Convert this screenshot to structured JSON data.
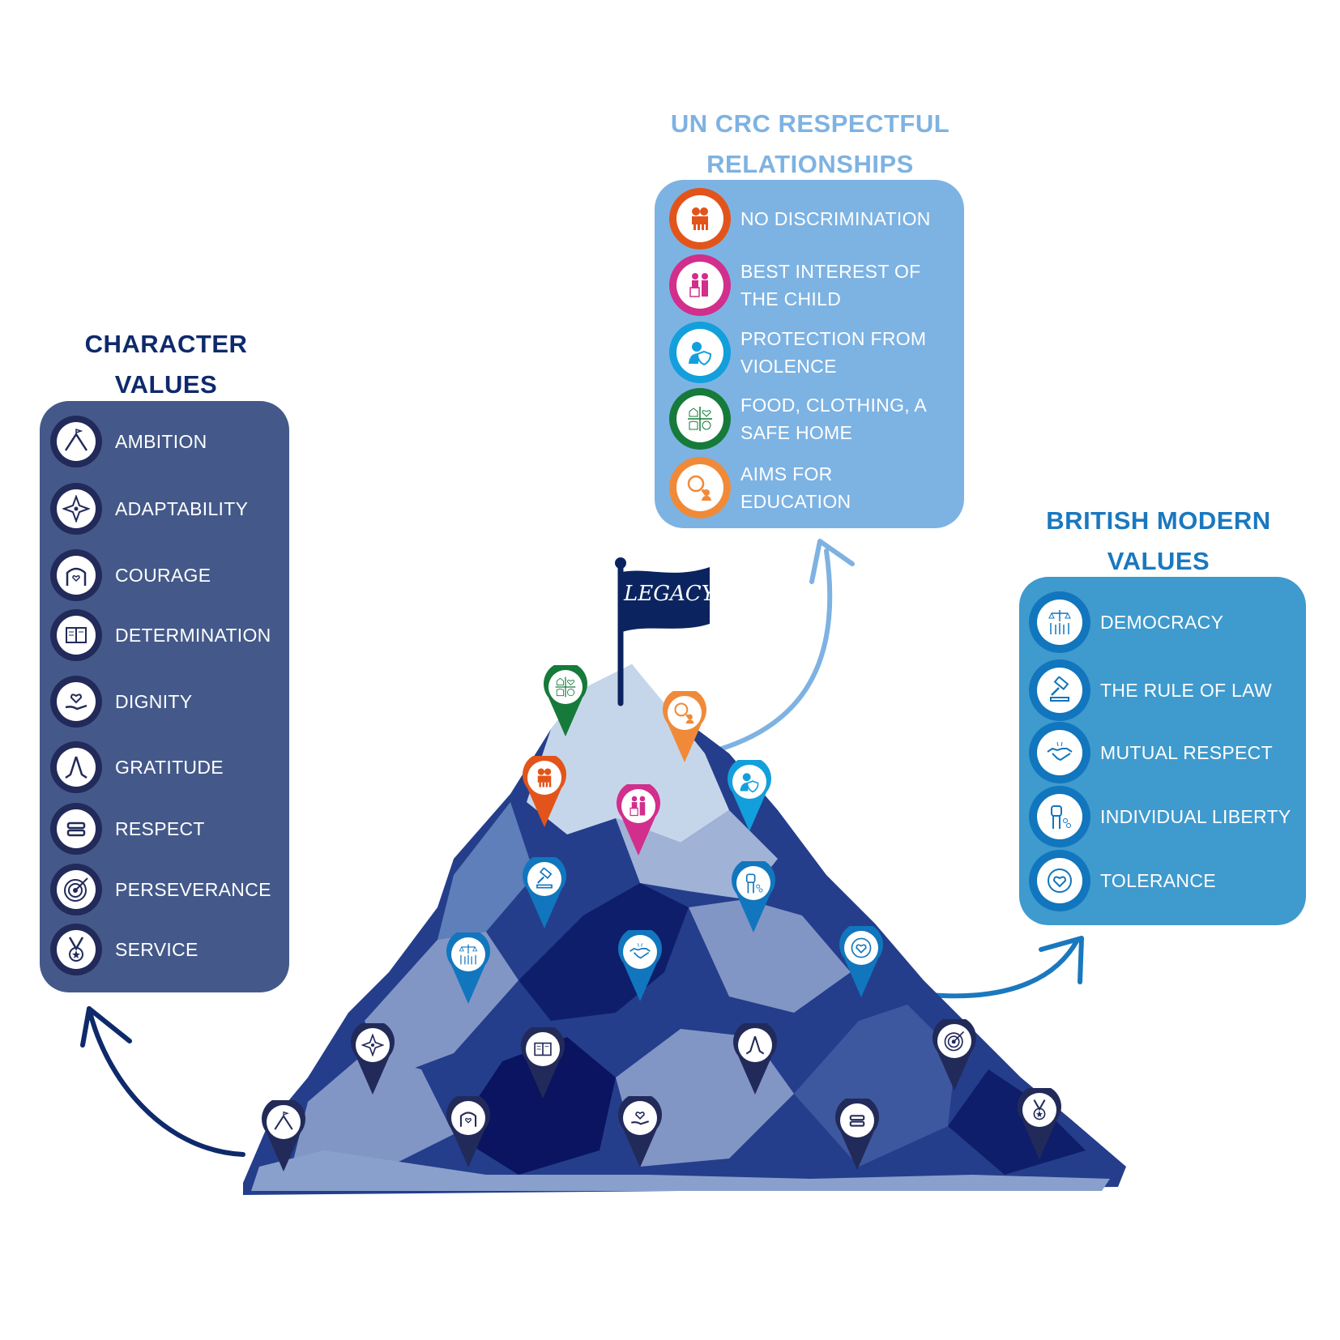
{
  "character_values": {
    "title_line1": "CHARACTER",
    "title_line2": "VALUES",
    "title_color": "#0e2a6b",
    "panel_color": "#44598a",
    "ring_color": "#222a5a",
    "items": [
      {
        "label": "AMBITION",
        "icon": "mountain-flag-icon"
      },
      {
        "label": "ADAPTABILITY",
        "icon": "compass-star-icon"
      },
      {
        "label": "COURAGE",
        "icon": "superhero-heart-icon"
      },
      {
        "label": "DETERMINATION",
        "icon": "book-reader-icon"
      },
      {
        "label": "DIGNITY",
        "icon": "heart-hand-icon"
      },
      {
        "label": "GRATITUDE",
        "icon": "praying-hands-icon"
      },
      {
        "label": "RESPECT",
        "icon": "equals-icon"
      },
      {
        "label": "PERSEVERANCE",
        "icon": "target-arrow-icon"
      },
      {
        "label": "SERVICE",
        "icon": "medal-star-icon"
      }
    ]
  },
  "uncrc": {
    "title_line1": "UN CRC RESPECTFUL",
    "title_line2": "RELATIONSHIPS",
    "title_color": "#7eb2e2",
    "panel_color": "#7db3e3",
    "items": [
      {
        "line1": "NO DISCRIMINATION",
        "line2": "",
        "icon": "two-children-icon",
        "color": "#e3541b"
      },
      {
        "line1": "BEST INTEREST OF",
        "line2": "THE CHILD",
        "icon": "adult-child-icon",
        "color": "#d22e8c"
      },
      {
        "line1": "PROTECTION FROM",
        "line2": "VIOLENCE",
        "icon": "person-shield-icon",
        "color": "#139fdc"
      },
      {
        "line1": "FOOD, CLOTHING, A",
        "line2": "SAFE HOME",
        "icon": "home-heart-shirt-apple-icon",
        "color": "#167a3a"
      },
      {
        "line1": "AIMS FOR",
        "line2": "EDUCATION",
        "icon": "globe-thought-icon",
        "color": "#f08a38"
      }
    ]
  },
  "british_values": {
    "title_line1": "BRITISH MODERN",
    "title_line2": "VALUES",
    "title_color": "#1a78bf",
    "panel_color": "#3f9ace",
    "ring_color": "#1176bd",
    "items": [
      {
        "label": "DEMOCRACY",
        "icon": "scales-hands-icon"
      },
      {
        "label": "THE RULE OF LAW",
        "icon": "gavel-icon"
      },
      {
        "label": "MUTUAL RESPECT",
        "icon": "handshake-icon"
      },
      {
        "label": "INDIVIDUAL LIBERTY",
        "icon": "raised-fist-chain-icon"
      },
      {
        "label": "TOLERANCE",
        "icon": "heart-hands-circle-icon"
      }
    ]
  },
  "mountain": {
    "flag_text": "LEGACY",
    "flag_color": "#0b2460",
    "colors": [
      "#c6d6ea",
      "#a0b2d6",
      "#8296c6",
      "#5e7fba",
      "#3e58a0",
      "#243e8c",
      "#0f1e6a",
      "#0a1460"
    ]
  },
  "arrows": {
    "left_color": "#0e2a6b",
    "top_color": "#7eb2e2",
    "right_color": "#1a78bf"
  }
}
